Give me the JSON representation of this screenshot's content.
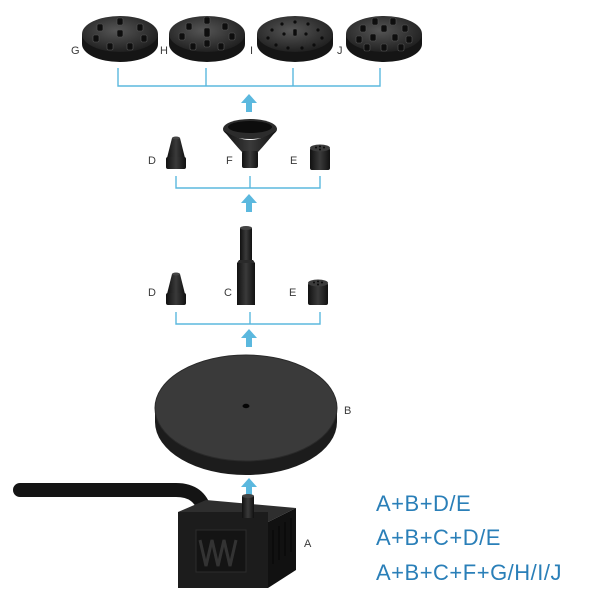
{
  "colors": {
    "accent": "#5bb8de",
    "part": "#242424",
    "text_combo": "#2a7fb8"
  },
  "labels": {
    "g": "G",
    "h": "H",
    "i": "I",
    "j": "J",
    "d_top": "D",
    "f": "F",
    "e_top": "E",
    "d_mid": "D",
    "c": "C",
    "e_mid": "E",
    "b": "B",
    "a": "A"
  },
  "combinations": [
    "A+B+D/E",
    "A+B+C+D/E",
    "A+B+C+F+G/H/I/J"
  ]
}
